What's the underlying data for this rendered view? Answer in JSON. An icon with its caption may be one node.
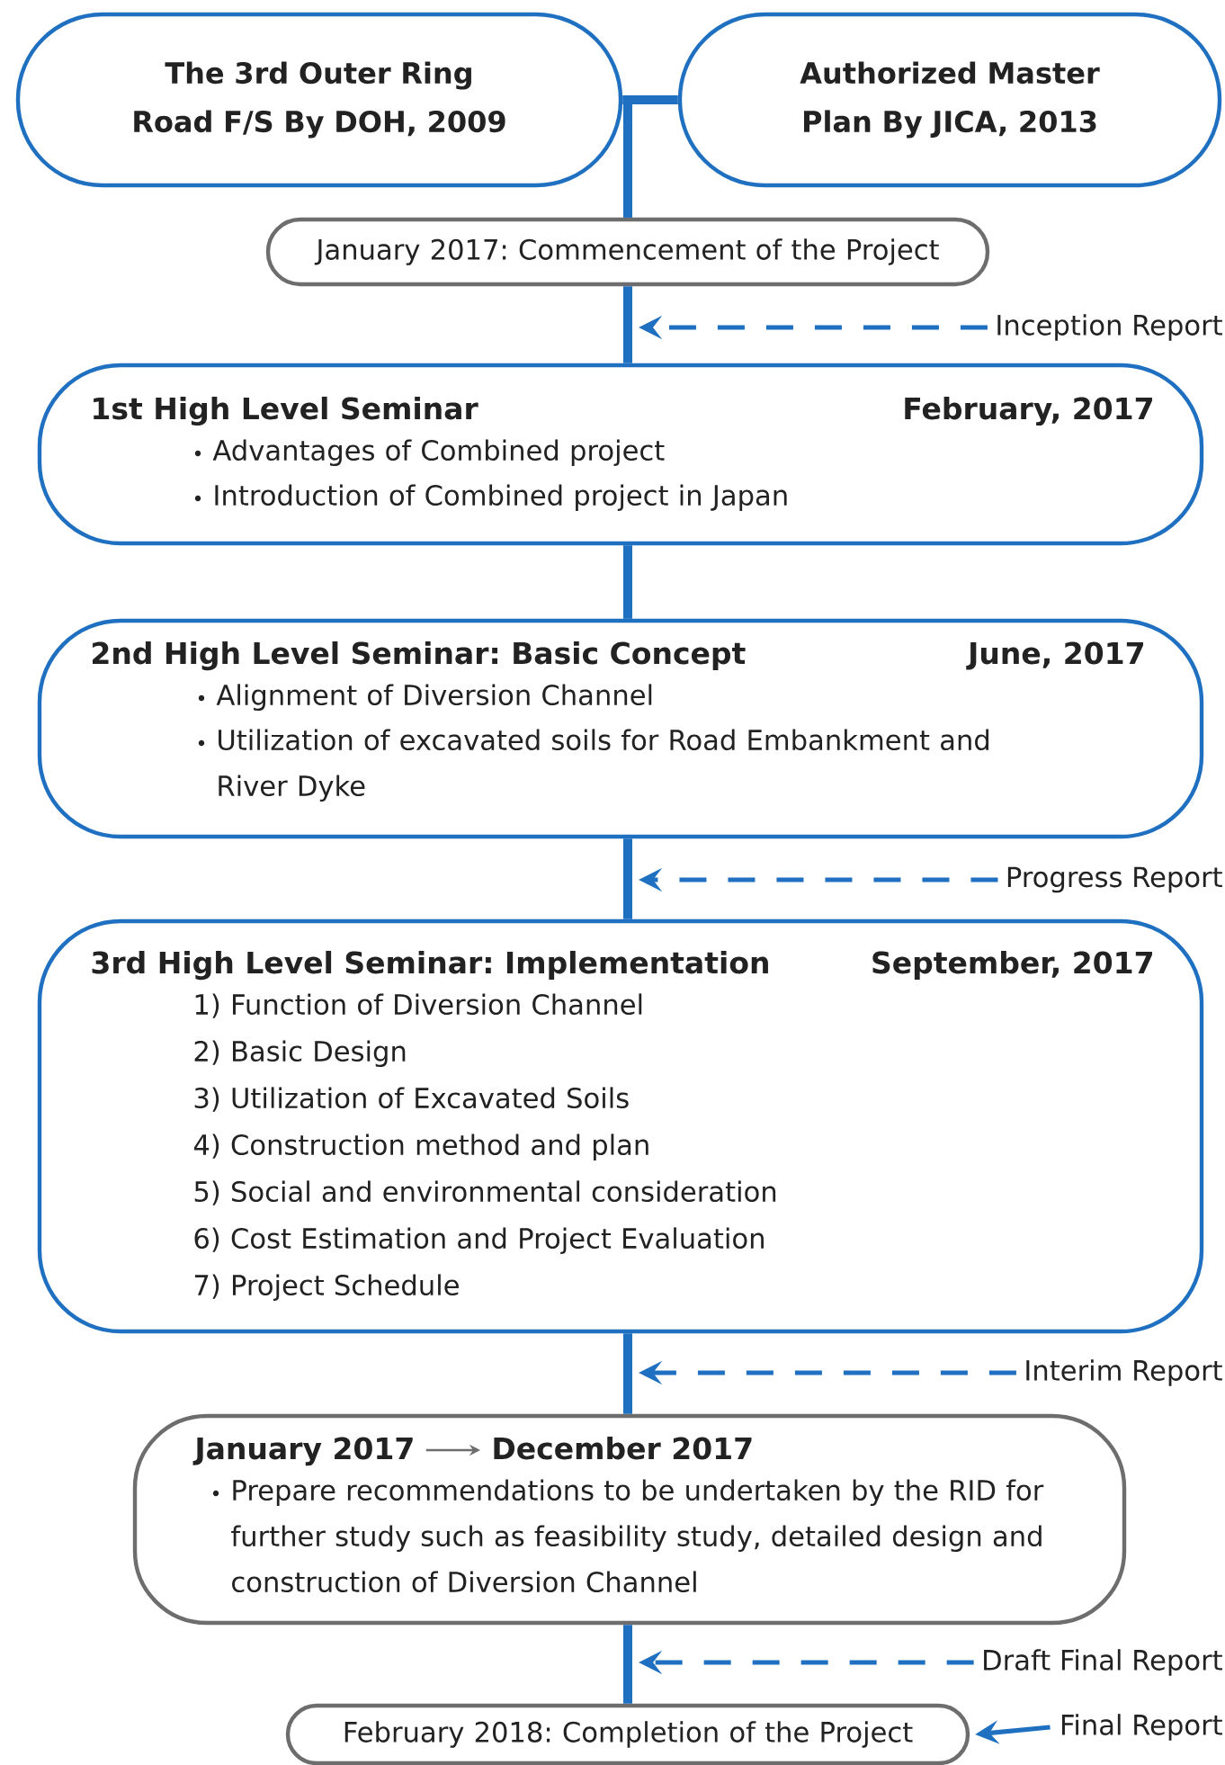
{
  "diagram": {
    "nodes": [
      {
        "text": [
          "The 3rd Outer Ring Road F/S By DOH, 2009"
        ]
      },
      {
        "text": [
          "Authorized Master Plan By JICA, 2013"
        ]
      },
      {
        "text": [
          "January 2017: Commencement of the Project"
        ]
      },
      {
        "text": [
          "Inception Report"
        ]
      },
      {
        "text": [
          "1st High Level Seminar",
          "February, 2017",
          "Advantages of Combined project",
          "Introduction of Combined project in Japan"
        ]
      },
      {
        "text": [
          "2nd High Level Seminar: Basic Concept",
          "June, 2017",
          "Alignment of Diversion Channel",
          "Utilization of excavated soils for Road Embankment and River Dyke"
        ]
      },
      {
        "text": [
          "Progress Report"
        ]
      },
      {
        "text": [
          "3rd High Level Seminar: Implementation",
          "September, 2017",
          "1) Function of Diversion Channel",
          "2) Basic Design",
          "3) Utilization of Excavated Soils",
          "4) Construction method and plan",
          "5) Social and environmental consideration",
          "6) Cost Estimation and Project Evaluation",
          "7) Project Schedule"
        ]
      },
      {
        "text": [
          "Interim Report"
        ]
      },
      {
        "text": [
          "January 2017",
          "December 2017",
          "Prepare recommendations to be undertaken by the RID for further study such as feasibility study, detailed design and construction of Diversion Channel"
        ]
      },
      {
        "text": [
          "Draft Final Report"
        ]
      },
      {
        "text": [
          "February 2018: Completion of the Project"
        ]
      },
      {
        "text": [
          "Final Report"
        ]
      }
    ],
    "edges": [
      {
        "from": 0,
        "to": 2,
        "arrow": "none"
      },
      {
        "from": 1,
        "to": 2,
        "arrow": "none"
      },
      {
        "from": 2,
        "to": 4,
        "arrow": "none"
      },
      {
        "from": 4,
        "to": 5,
        "arrow": "none"
      },
      {
        "from": 5,
        "to": 7,
        "arrow": "none"
      },
      {
        "from": 7,
        "to": 9,
        "arrow": "none"
      },
      {
        "from": 9,
        "to": 11,
        "arrow": "none"
      },
      {
        "from": 3,
        "to": null,
        "arrow": "to",
        "style": "dashed"
      },
      {
        "from": 6,
        "to": null,
        "arrow": "to",
        "style": "dashed"
      },
      {
        "from": 8,
        "to": null,
        "arrow": "to",
        "style": "dashed"
      },
      {
        "from": 10,
        "to": null,
        "arrow": "to",
        "style": "dashed"
      },
      {
        "from": 12,
        "to": 11,
        "arrow": "to"
      }
    ]
  }
}
